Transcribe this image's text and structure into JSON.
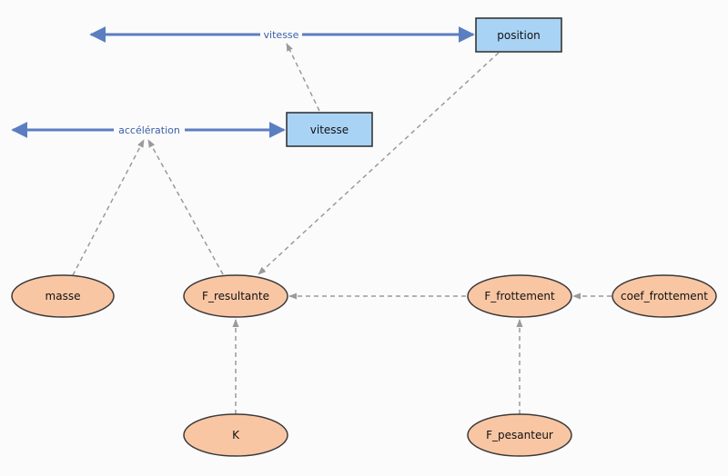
{
  "colors": {
    "stock_fill": "#a9d3f5",
    "stock_stroke": "#2b2b2b",
    "aux_fill": "#f9c6a4",
    "aux_stroke": "#3a3a3a",
    "flow_line": "#5b7ec2",
    "link_line": "#9a9a9a",
    "background": "#fbfbfb"
  },
  "stocks": {
    "position": "position",
    "vitesse": "vitesse"
  },
  "flows": {
    "vitesse": "vitesse",
    "acceleration": "accélération"
  },
  "auxiliaries": {
    "masse": "masse",
    "f_resultante": "F_resultante",
    "f_frottement": "F_frottement",
    "coef_frottement": "coef_frottement",
    "k": "K",
    "f_pesanteur": "F_pesanteur"
  }
}
